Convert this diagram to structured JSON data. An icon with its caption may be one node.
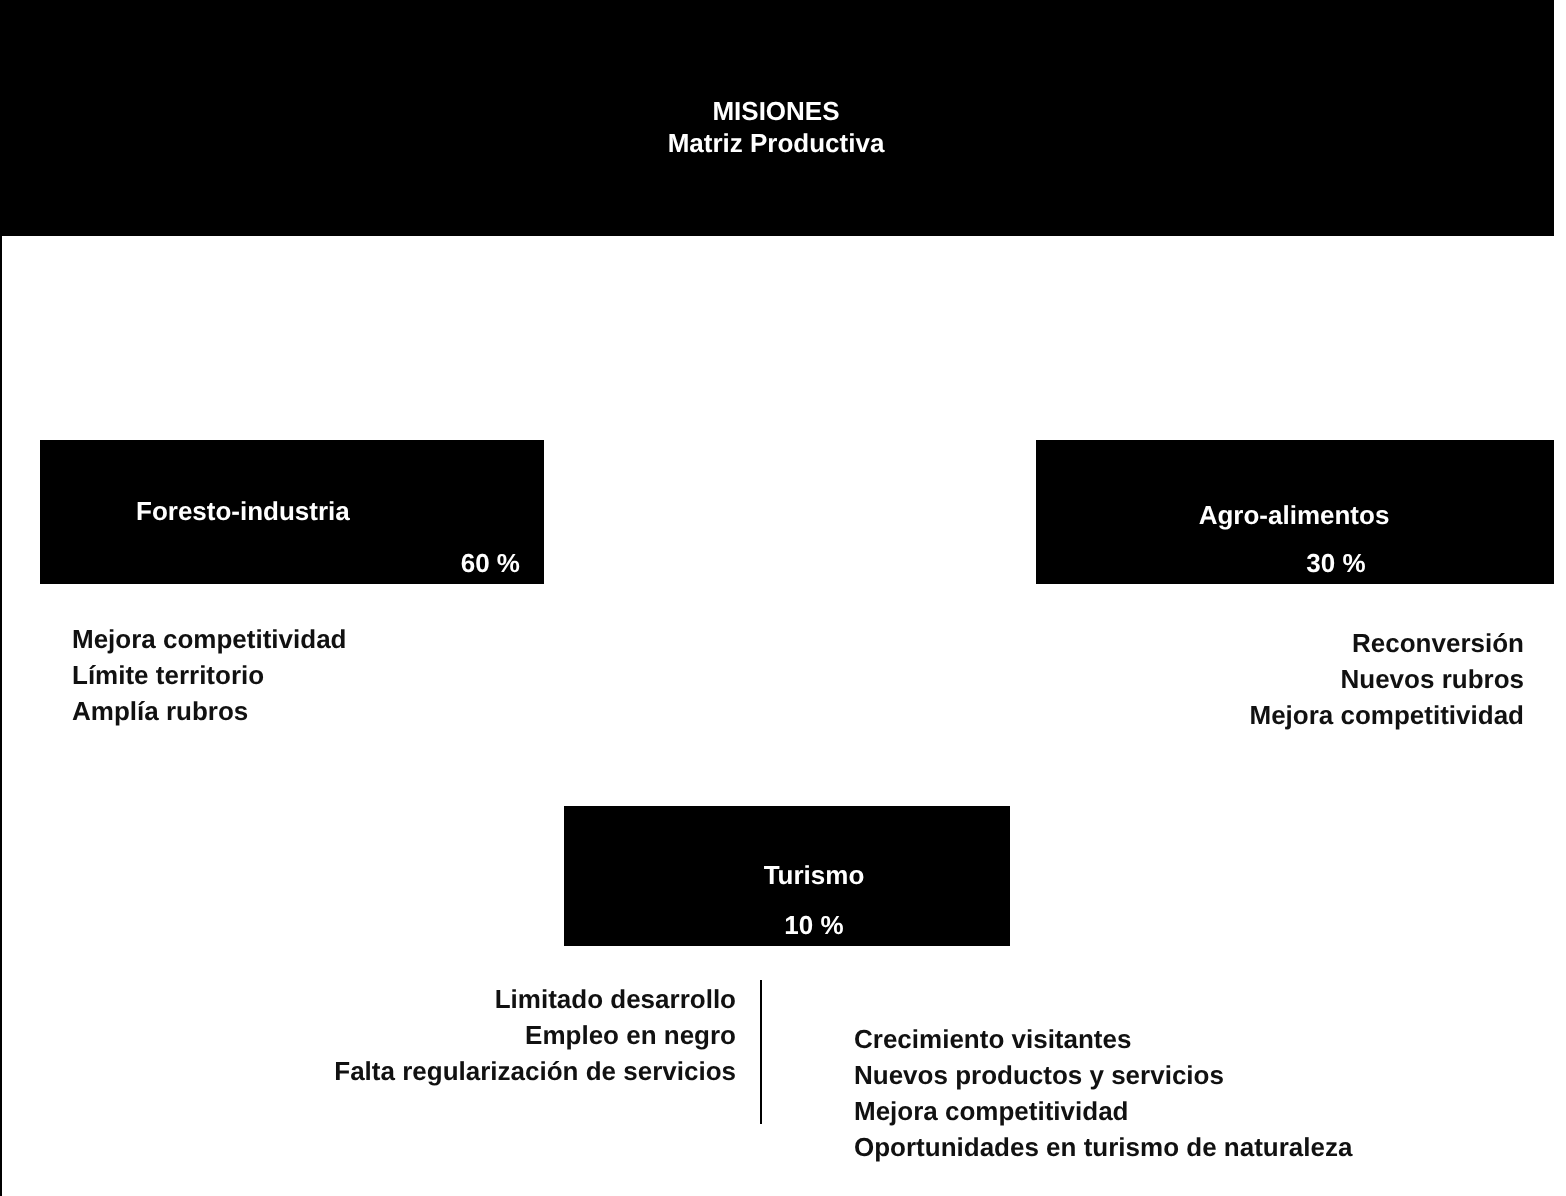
{
  "diagram": {
    "nodes": [
      {
        "text": [
          "MISIONES",
          "Matriz Productiva"
        ]
      },
      {
        "text": [
          "Foresto-industria",
          "60 %"
        ]
      },
      {
        "text": [
          "Agro-alimentos",
          "30 %"
        ]
      },
      {
        "text": [
          "Turismo",
          "10 %"
        ]
      }
    ],
    "labels": [
      "Mejora competitividad",
      "Límite territorio",
      "Amplía rubros",
      "Reconversión",
      "Nuevos rubros",
      "Mejora competitividad",
      "Limitado desarrollo",
      "Empleo en negro",
      "Falta regularización de servicios",
      "Crecimiento visitantes",
      "Nuevos productos y servicios",
      "Mejora competitividad",
      "Oportunidades en turismo de naturaleza"
    ]
  }
}
